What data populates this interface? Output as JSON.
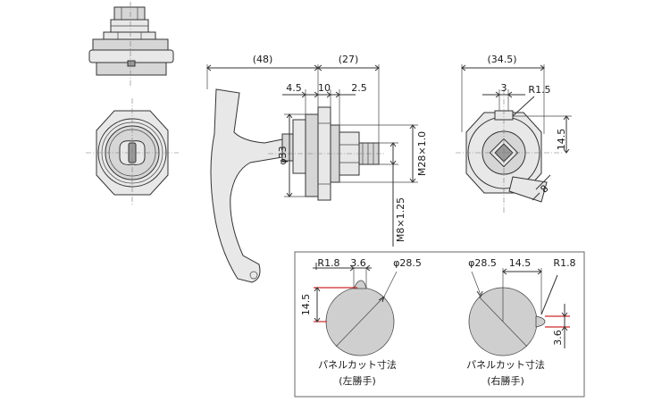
{
  "side_view": {
    "dim_48": "(48)",
    "dim_27": "(27)",
    "dim_4_5": "4.5",
    "dim_10": "10",
    "dim_2_5": "2.5",
    "dim_phi33": "φ33",
    "dim_m28": "M28×1.0",
    "dim_m8": "M8×1.25"
  },
  "end_view": {
    "dim_34_5": "(34.5)",
    "dim_3": "3",
    "dim_r1_5": "R1.5",
    "dim_14_5": "14.5",
    "dim_8": "8"
  },
  "panel_cut": {
    "left": {
      "r": "R1.8",
      "w": "3.6",
      "dia": "φ28.5",
      "h": "14.5",
      "caption": "パネルカット寸法",
      "hand": "(左勝手)"
    },
    "right": {
      "dia": "φ28.5",
      "w": "14.5",
      "r": "R1.8",
      "h": "3.6",
      "caption": "パネルカット寸法",
      "hand": "(右勝手)"
    }
  }
}
